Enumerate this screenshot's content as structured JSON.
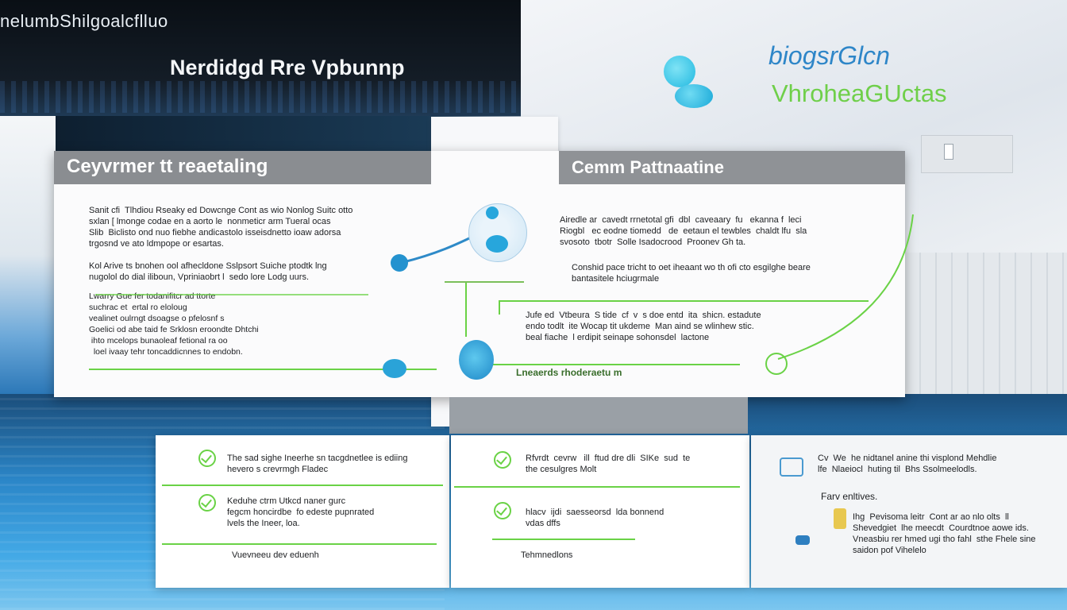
{
  "top_left": {
    "label": "nelumbShilgoalcflluo",
    "title": "Nerdidgd Rre Vpbunnp"
  },
  "logo": {
    "line1": "biogsrGlcn",
    "line2": "VhroheaGUctas"
  },
  "panel_left": {
    "header": "Ceyvrmer tt reaetaling",
    "para1": "Sanit cfi  Tlhdiou Rseaky ed Dowcnge Cont as wio Nonlog Suitc otto\nsxlan [ lmonge codae en a aorto le  nonmeticr arm Tueral ocas\nSlib  Biclisto ond nuo fiebhe andicastolo isseisdnetto ioaw adorsa\ntrgosnd ve ato ldmpope or esartas.",
    "para2": "Kol Arive ts bnohen ool afhecldone Sslpsort Suiche ptodtk lng\nnugolol do dial iliboun, Vpriniaobrt l  sedo lore Lodg uurs.",
    "para3": "Lwarry Gue fer todanifitcr ad ttorte\nsuchrac et  ertal ro eloloug\nvealinet oulrngt dsoagse o pfelosnf s\nGoelici od abe taid fe Srklosn eroondte Dhtchi\n ihto mcelops bunaoleaf fetional ra oo\n  loel ivaay tehr toncaddicnnes to endobn.",
    "caption": "Lneaerds rhoderaetu m"
  },
  "panel_right": {
    "header": "Cemm Pattnaatine",
    "para1": "Airedle ar  cavedt rrnetotal gfi  dbl  caveaary  fu   ekanna f  leci\nRiogbl   ec eodne tiomedd   de  eetaun el tewbles  chaldt lfu  sla\nsvosoto  tbotr  Solle Isadocrood  Proonev Gh ta.",
    "para2": "Conshid pace tricht to oet iheaant wo th ofi cto esgilghe beare\nbantasitele hciugrmale",
    "para3": "Jufe ed  Vtbeura  S tide  cf  v  s doe entd  ita  shicn. estadute\nendo todlt  ite Wocap tit ukdeme  Man aind se wlinhew stic.\nbeal fiache  l erdipit seinape sohonsdel  lactone"
  },
  "card1": {
    "item1": "The sad sighe Ineerhe sn tacgdnetlee is ediing\nhevero s crevrmgh Fladec",
    "item2": "Keduhe ctrm Utkcd naner gurc\nfegcm honcirdbe  fo edeste pupnrated\nlvels the Ineer, loa.",
    "item3": "Vuevneeu dev eduenh"
  },
  "card2": {
    "item1": "Rfvrdt  cevrw   ill  ftud dre dli  SIKe  sud  te\nthe cesulgres Molt",
    "item2": "hlacv  ijdi  saesseorsd  lda bonnend\nvdas dffs",
    "item3": "Tehmnedlons"
  },
  "card3": {
    "intro": "Cv  We  he nidtanel anine thi visplond Mehdlie\nlfe  Nlaeiocl  huting til  Bhs Ssolmeelodls.",
    "sub": "Farv enltives.",
    "body": "Ihg  Pevisoma leitr  Cont ar ao nlo olts  ll\nShevedgiet  lhe meecdt  Courdtnoe aowe ids.\nVneasbiu rer hmed ugi tho fahl  sthe Fhele sine\nsaidon pof Vihelelo"
  }
}
